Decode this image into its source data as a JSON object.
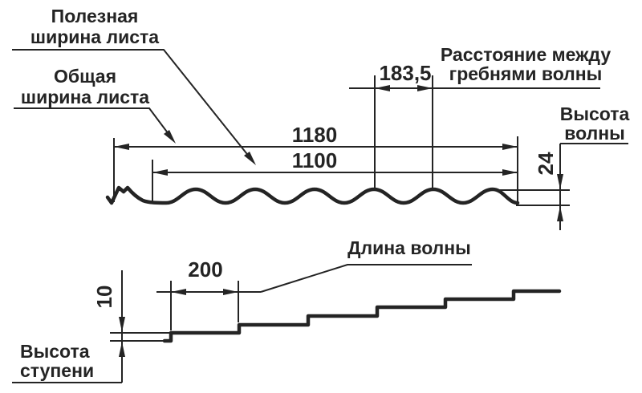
{
  "diagram": {
    "description": "Dimensional drawing of a metal roof tile sheet: wave cross-section profile (top) and longitudinal step profile (bottom)",
    "colors": {
      "ink": "#242424",
      "background": "#ffffff"
    },
    "top_figure": {
      "label_useful_width": {
        "line1": "Полезная",
        "line2": "ширина листа"
      },
      "label_total_width": {
        "line1": "Общая",
        "line2": "ширина листа"
      },
      "label_crest_distance": {
        "line1": "Расстояние между",
        "line2": "гребнями волны"
      },
      "label_wave_height": {
        "line1": "Высота",
        "line2": "волны"
      },
      "dim_total_width": "1180",
      "dim_useful_width": "1100",
      "dim_crest_distance": "183,5",
      "dim_wave_height": "24"
    },
    "bottom_figure": {
      "label_wave_length": "Длина волны",
      "label_step_height": {
        "line1": "Высота",
        "line2": "ступени"
      },
      "dim_wave_length": "200",
      "dim_step_height": "10"
    }
  }
}
